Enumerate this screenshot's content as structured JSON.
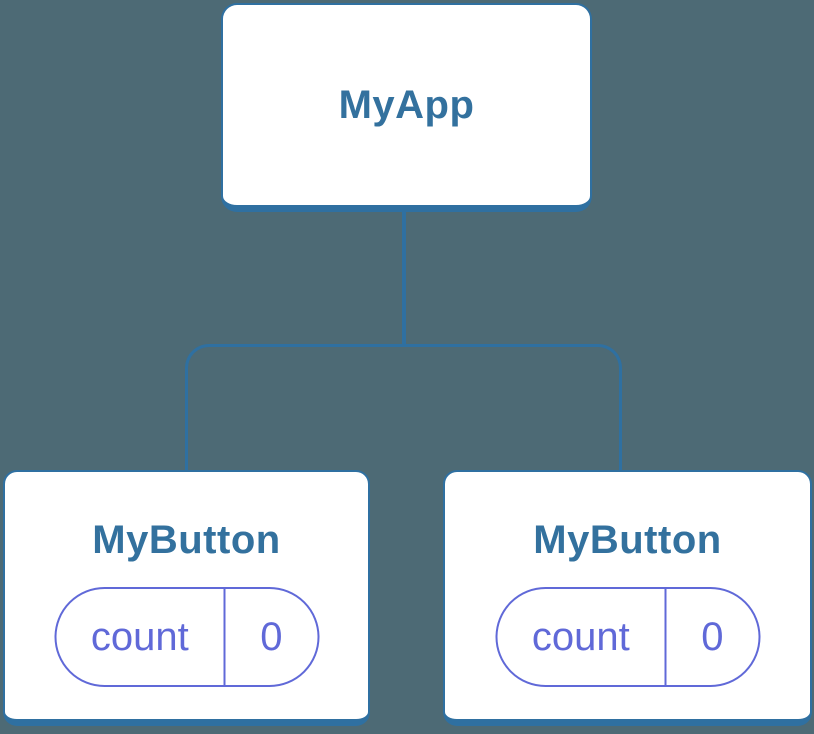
{
  "diagram": {
    "background_color": "#4d6a75",
    "node_border_color": "#2f70a1",
    "node_fill_color": "#ffffff",
    "connector_color": "#2f70a1",
    "node_label_color": "#33719e",
    "state_color": "#6069d8",
    "root": {
      "label": "MyApp"
    },
    "children": [
      {
        "label": "MyButton",
        "state": {
          "key": "count",
          "value": "0"
        }
      },
      {
        "label": "MyButton",
        "state": {
          "key": "count",
          "value": "0"
        }
      }
    ]
  }
}
